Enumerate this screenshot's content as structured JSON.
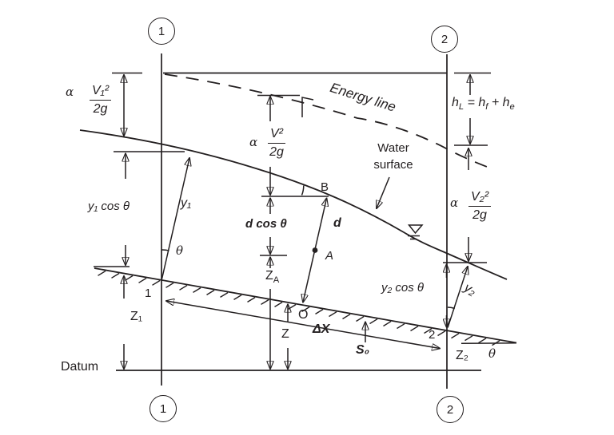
{
  "colors": {
    "ink": "#231f20",
    "background": "#ffffff"
  },
  "sections": {
    "top_left": "1",
    "top_right": "2",
    "bottom_left": "1",
    "bottom_right": "2",
    "bed_left": "1",
    "bed_right": "2"
  },
  "lines": {
    "energy_label": "Energy line",
    "water_label_line1": "Water",
    "water_label_line2": "surface",
    "datum_label": "Datum"
  },
  "heads": {
    "alpha": "α",
    "v1_frac": {
      "num": "V₁²",
      "den": "2g"
    },
    "v_frac": {
      "num": "V²",
      "den": "2g"
    },
    "v2_frac": {
      "num": "V₂²",
      "den": "2g"
    },
    "head_loss": {
      "h": "h",
      "h_sub": "L",
      "equals": " = ",
      "hf": "h",
      "hf_sub": "f",
      "plus": " + ",
      "he": "h",
      "he_sub": "e"
    }
  },
  "dims": {
    "y1_cos": "y₁ cos θ",
    "y1": "y₁",
    "theta_1": "θ",
    "z1": "Z₁",
    "d_cos": "d cos θ",
    "d": "d",
    "za": {
      "base": "Z",
      "sub": "A"
    },
    "z": "Z",
    "delta_x": "ΔX",
    "s0": "S₀",
    "y2_cos": "y₂ cos θ",
    "y2": "y₂",
    "z2": "Z₂",
    "theta_2": "θ"
  },
  "points": {
    "b": "B",
    "a": "A",
    "o": "O"
  }
}
